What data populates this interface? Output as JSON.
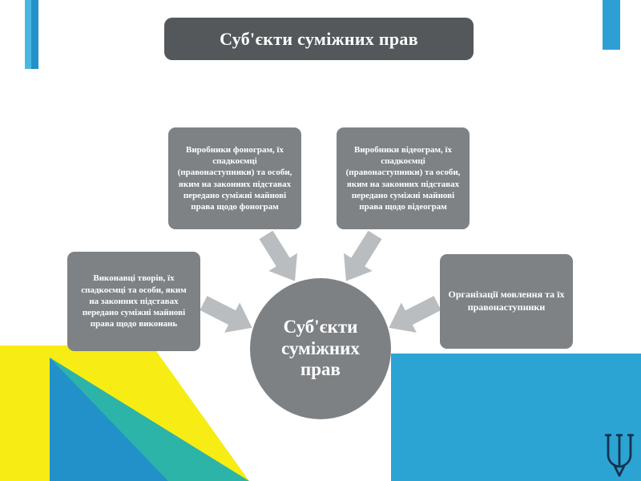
{
  "header": {
    "title": "Суб'єкти суміжних прав"
  },
  "diagram": {
    "center_label": "Суб'єкти суміжних прав",
    "nodes": [
      {
        "id": "producers-of-phonograms",
        "text": "Виробники фонограм, їх спадкоємці (правонаступники) та особи, яким на законних підставах передано суміжні майнові права щодо фонограм"
      },
      {
        "id": "producers-of-videograms",
        "text": "Виробники відеограм, їх спадкоємці (правонаступники) та особи, яким на законних підставах передано суміжні майнові права щодо відеограм"
      },
      {
        "id": "performers",
        "text": "Виконавці творів, їх спадкоємці та особи, яким на законних підставах передано суміжні майнові права щодо виконань"
      },
      {
        "id": "broadcasting-organizations",
        "text": "Організації мовлення та їх правонаступники"
      }
    ]
  },
  "decor": {
    "trident_icon": "ukrainian-trident",
    "colors": {
      "title_banner_gray": "#54585b",
      "node_gray": "#7e8285",
      "arrow_gray": "#b9bdc0",
      "accent_blue": "#2ba4d4",
      "accent_teal": "#2cb4a9",
      "accent_yellow": "#f7ec13",
      "trident_navy": "#16324e"
    }
  }
}
